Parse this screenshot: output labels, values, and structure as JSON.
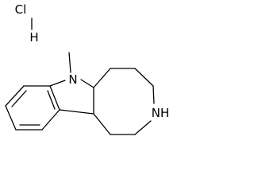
{
  "molecule": {
    "salt": {
      "chlorine_label": "Cl",
      "hydrogen_label": "H"
    },
    "indole_nitrogen_label": "N",
    "azepine_nitrogen_label": "NH"
  },
  "colors": {
    "bond": "#000000",
    "label": "#000000",
    "background": "#ffffff"
  }
}
